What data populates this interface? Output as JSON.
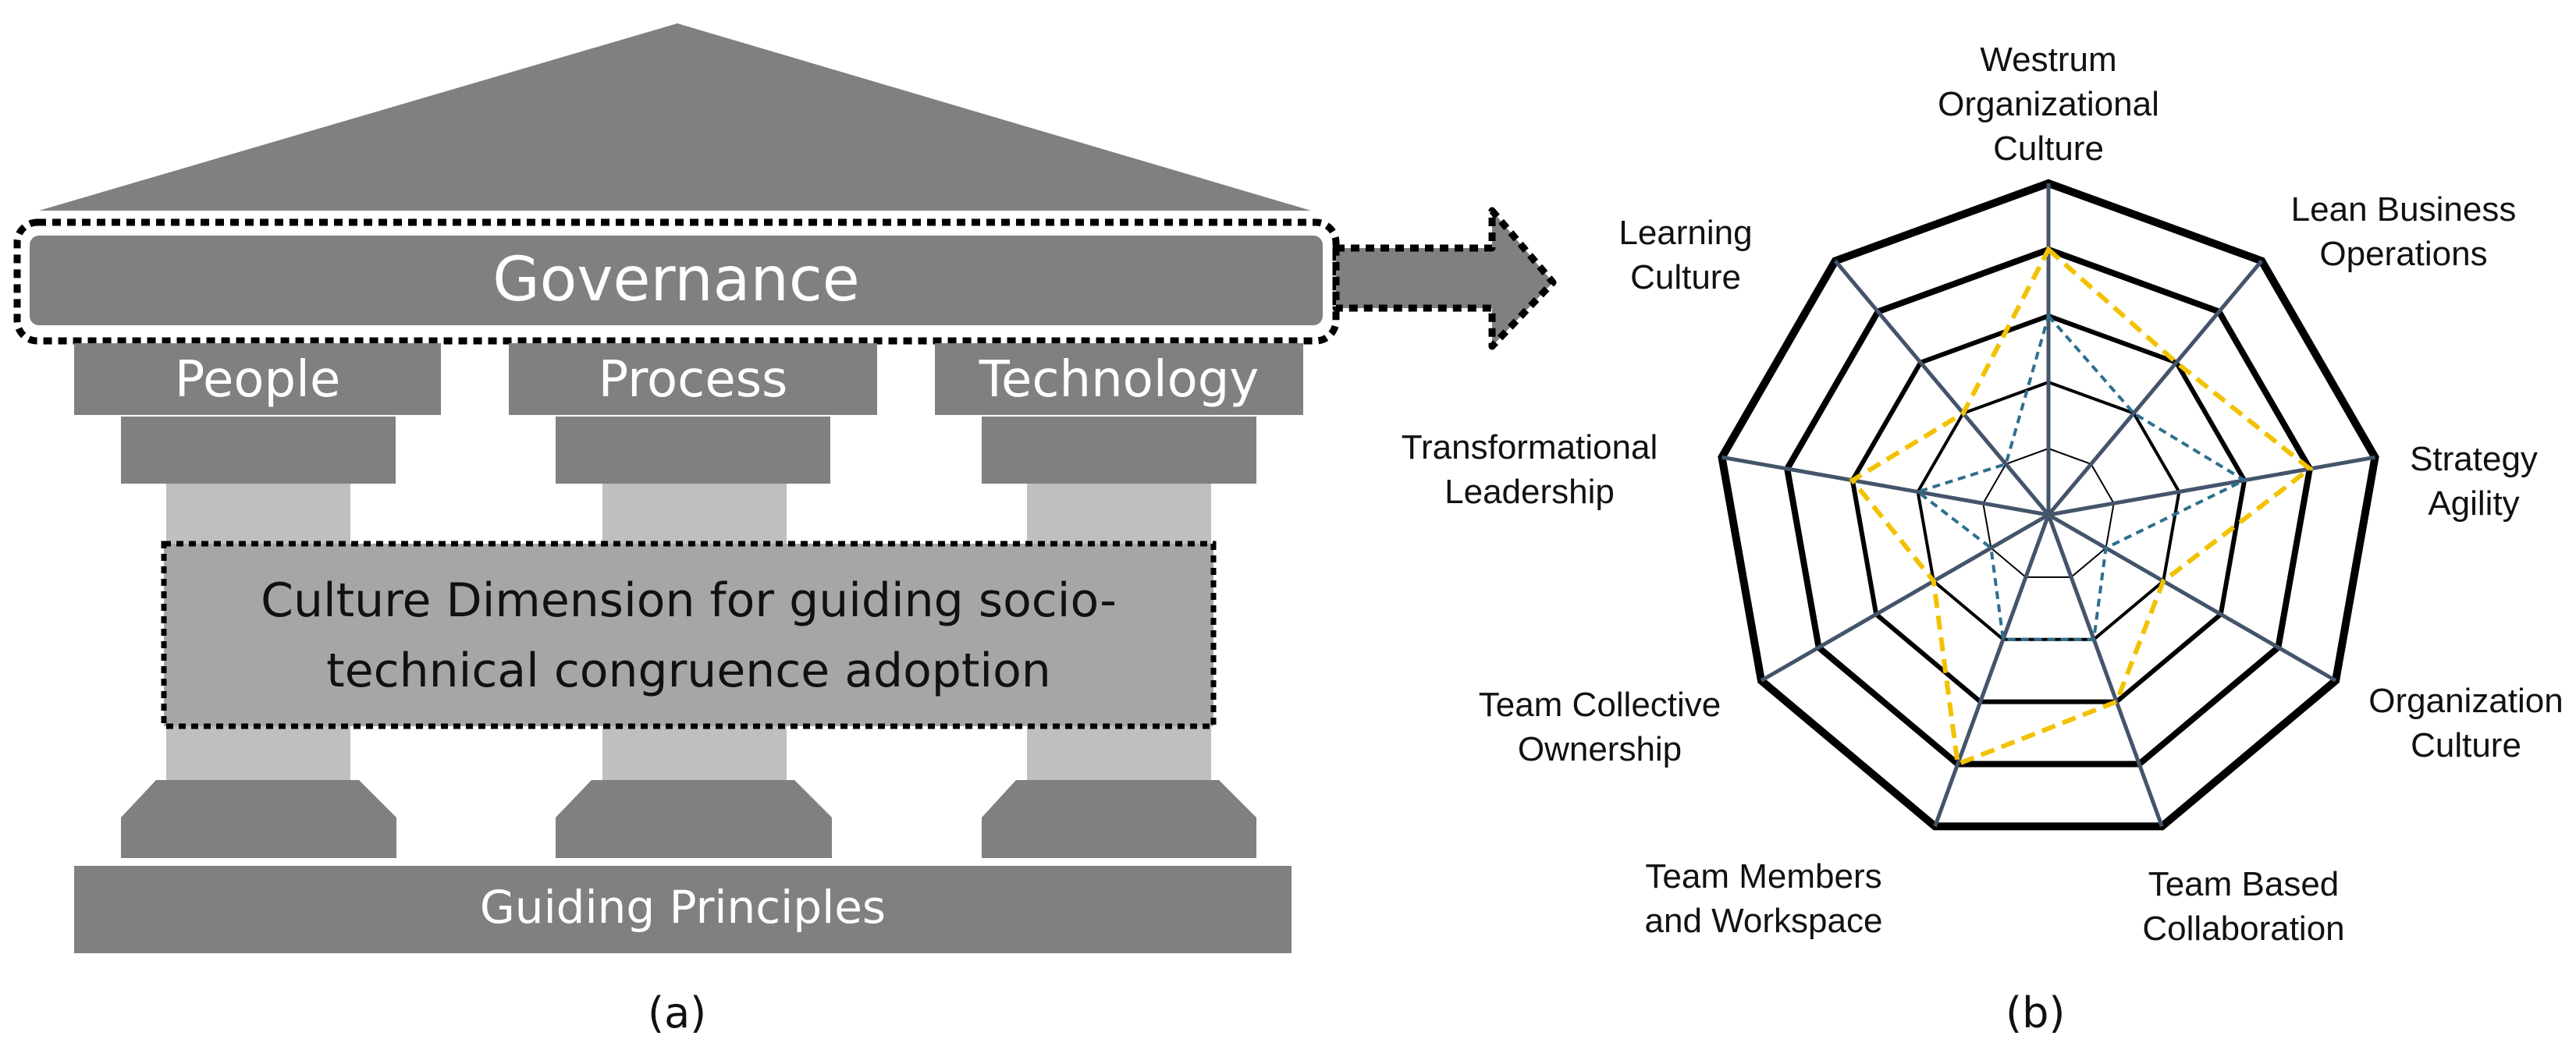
{
  "panel_a": {
    "governance": "Governance",
    "pillars": [
      "People",
      "Process",
      "Technology"
    ],
    "culture_line1": "Culture Dimension for guiding socio-",
    "culture_line2": "technical congruence adoption",
    "foundation": "Guiding Principles",
    "caption": "(a)",
    "colors": {
      "dark_gray": "#808080",
      "light_gray": "#bfbfbf",
      "mid_gray": "#a6a6a6"
    }
  },
  "panel_b": {
    "caption": "(b)",
    "axes": [
      "Westrum Organizational Culture",
      "Lean Business Operations",
      "Strategy Agility",
      "Organization Culture",
      "Team Based Collaboration",
      "Team Members and Workspace",
      "Team Collective Ownership",
      "Transformational Leadership",
      "Learning Culture"
    ],
    "axis_label_lines": [
      [
        "Westrum",
        "Organizational",
        "Culture"
      ],
      [
        "Lean Business",
        "Operations"
      ],
      [
        "Strategy",
        "Agility"
      ],
      [
        "Organization",
        "Culture"
      ],
      [
        "Team Based",
        "Collaboration"
      ],
      [
        "Team Members",
        "and Workspace"
      ],
      [
        "Team Collective",
        "Ownership"
      ],
      [
        "Transformational",
        "Leadership"
      ],
      [
        "Learning",
        "Culture"
      ]
    ],
    "rings": 5,
    "series": [
      {
        "values": [
          4,
          3,
          4,
          2,
          3,
          4,
          2,
          3,
          2
        ],
        "color": "#f2c200",
        "style": "dashed"
      },
      {
        "values": [
          3,
          2,
          3,
          1,
          2,
          2,
          1,
          2,
          1
        ],
        "color": "#2e6f8e",
        "style": "dashed"
      }
    ],
    "colors": {
      "grid": "#000000",
      "spokes": "#44546a"
    }
  }
}
